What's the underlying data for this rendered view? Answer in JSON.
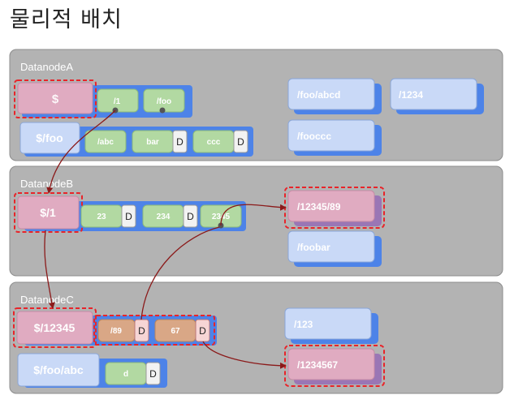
{
  "title": "물리적 배치",
  "nodes": [
    {
      "label": "DatanodeA",
      "dirs": [
        {
          "name": "$",
          "entries": [
            {
              "name": "/1",
              "d": false
            },
            {
              "name": "/foo",
              "d": false
            }
          ]
        },
        {
          "name": "$/foo",
          "entries": [
            {
              "name": "/abc",
              "d": false
            },
            {
              "name": "bar",
              "d": true
            },
            {
              "name": "ccc",
              "d": true
            }
          ]
        }
      ],
      "items": [
        "/foo/abcd",
        "/1234",
        "/fooccc"
      ]
    },
    {
      "label": "DatanodeB",
      "dirs": [
        {
          "name": "$/1",
          "entries": [
            {
              "name": "23",
              "d": true
            },
            {
              "name": "234",
              "d": true
            },
            {
              "name": "2345",
              "d": false
            }
          ]
        }
      ],
      "items": [
        "/12345/89",
        "/foobar"
      ]
    },
    {
      "label": "DatanodeC",
      "dirs": [
        {
          "name": "$/12345",
          "entries": [
            {
              "name": "/89",
              "d": true
            },
            {
              "name": "67",
              "d": true
            }
          ]
        },
        {
          "name": "$/foo/abc",
          "entries": [
            {
              "name": "d",
              "d": true
            }
          ]
        }
      ],
      "items": [
        "/123",
        "/1234567"
      ]
    }
  ],
  "d_label": "D",
  "colors": {
    "panel": "#b3b3b3",
    "blue_card": "#c9d9f7",
    "blue_shadow": "#4d83e8",
    "pink_card": "#e0abc1",
    "purple_shadow": "#9a76b5",
    "green_chip": "#b2d9a2",
    "orange_chip": "#d9a786",
    "red_dash": "#e8242a",
    "arrow": "#8b1a1a"
  }
}
